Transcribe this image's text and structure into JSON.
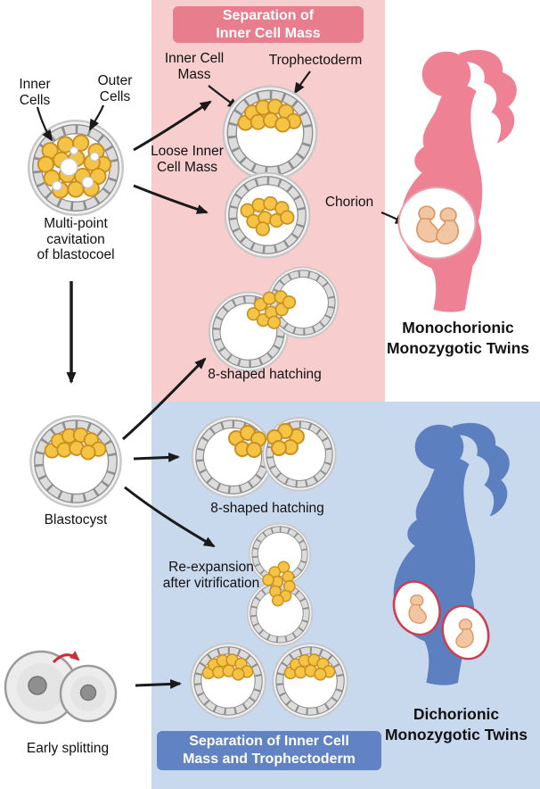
{
  "colors": {
    "pink_header": "#e77d8d",
    "pink_background": "#f7cecd",
    "blue_header": "#6182c3",
    "blue_background": "#c8d9ed",
    "woman_pink": "#ee8193",
    "woman_blue": "#5c80bf",
    "inner_cell_yellow": "#f5c445",
    "red_arrow": "#c62f38"
  },
  "left_column": {
    "inner_cells_label": "Inner\nCells",
    "outer_cells_label": "Outer\nCells",
    "multipoint_caption": "Multi-point\ncavitation\nof blastocoel",
    "blastocyst_caption": "Blastocyst",
    "early_splitting_caption": "Early splitting"
  },
  "monochorionic_pathway": {
    "header": "Separation of\nInner Cell Mass",
    "inner_cell_mass_label": "Inner Cell\nMass",
    "trophectoderm_label": "Trophectoderm",
    "loose_icm_label": "Loose Inner\nCell Mass",
    "hatching_caption": "8-shaped hatching",
    "chorion_label": "Chorion",
    "result_label": "Monochorionic\nMonozygotic Twins"
  },
  "dichorionic_pathway": {
    "hatching_caption": "8-shaped hatching",
    "reexpansion_caption": "Re-expansion\nafter vitrification",
    "footer": "Separation of Inner Cell\nMass and Trophectoderm",
    "result_label": "Dichorionic\nMonozygotic Twins"
  }
}
